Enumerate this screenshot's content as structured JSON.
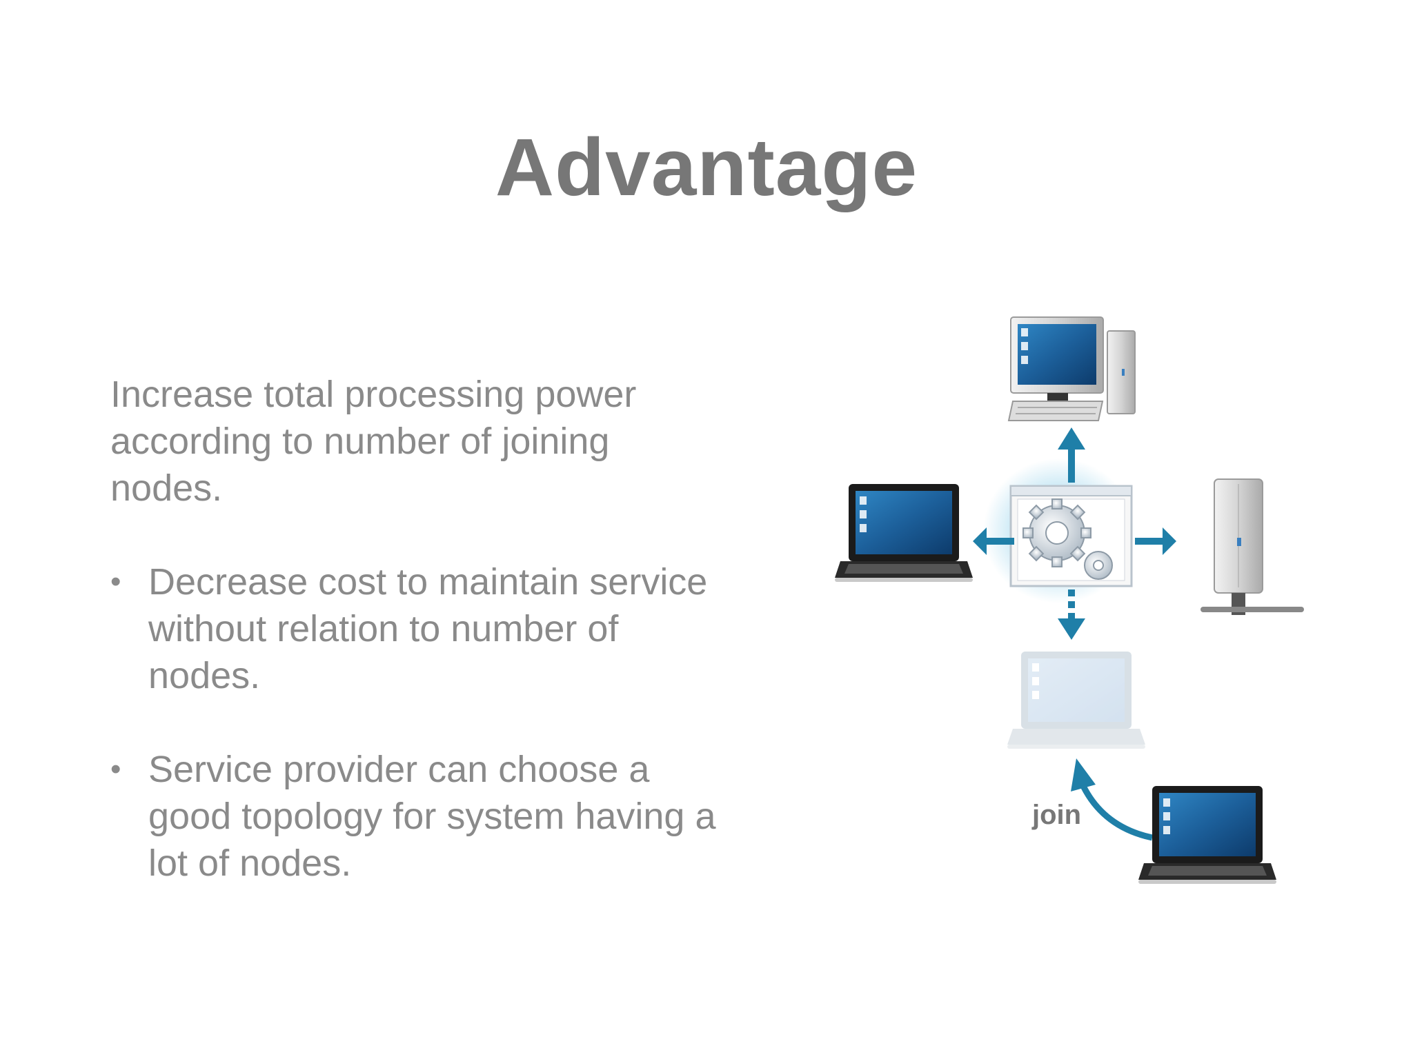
{
  "slide": {
    "title": "Advantage",
    "intro": "Increase total processing power according to number of joining nodes.",
    "bullets": [
      "Decrease cost to maintain service without relation to number of nodes.",
      "Service provider can choose a good topology for system having a lot of nodes."
    ],
    "bullet_glyph": "•"
  },
  "diagram": {
    "join_label": "join",
    "icons": {
      "top": "desktop-computer-icon",
      "left": "laptop-icon",
      "center": "gears-window-icon",
      "right": "tower-server-icon",
      "bottom": "laptop-faded-icon",
      "joining": "laptop-icon"
    },
    "colors": {
      "arrow": "#1f7fa8",
      "screen": "#1c5f9a",
      "glow": "#bfe4f3"
    }
  }
}
